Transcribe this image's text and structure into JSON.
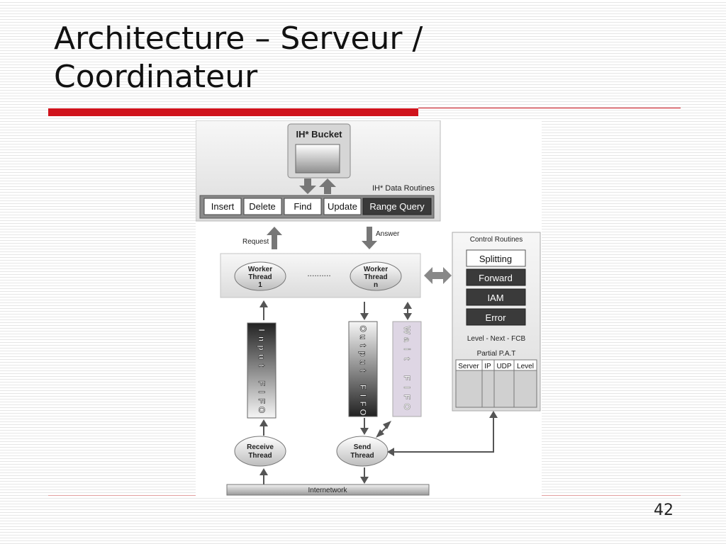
{
  "slide": {
    "title_line1": "Architecture – Serveur /",
    "title_line2": "Coordinateur",
    "page_number": "42"
  },
  "diagram": {
    "bucket_title": "IH* Bucket",
    "data_routines_label": "IH* Data Routines",
    "routines": [
      "Insert",
      "Delete",
      "Find",
      "Update",
      "Range Query"
    ],
    "request_label": "Request",
    "answer_label": "Answer",
    "worker1_lines": [
      "Worker",
      "Thread",
      "1"
    ],
    "workern_lines": [
      "Worker",
      "Thread",
      "n"
    ],
    "ellipsis": "..........",
    "input_fifo_letters": [
      "I",
      "n",
      "p",
      "u",
      "t",
      "",
      "F",
      "I",
      "F",
      "O"
    ],
    "output_fifo_letters": [
      "O",
      "u",
      "t",
      "p",
      "u",
      "t",
      "",
      "F",
      "I",
      "F",
      "O"
    ],
    "wait_fifo_letters": [
      "W",
      "a",
      "i",
      "t",
      "",
      "F",
      "I",
      "F",
      "O"
    ],
    "receive_lines": [
      "Receive",
      "Thread"
    ],
    "send_lines": [
      "Send",
      "Thread"
    ],
    "internetwork_label": "Internetwork",
    "control_title": "Control Routines",
    "control_items": [
      "Splitting",
      "Forward",
      "IAM",
      "Error"
    ],
    "level_label": "Level - Next - FCB",
    "partial_label": "Partial P.A.T",
    "pat_columns": [
      "Server",
      "IP",
      "UDP",
      "Level"
    ]
  }
}
